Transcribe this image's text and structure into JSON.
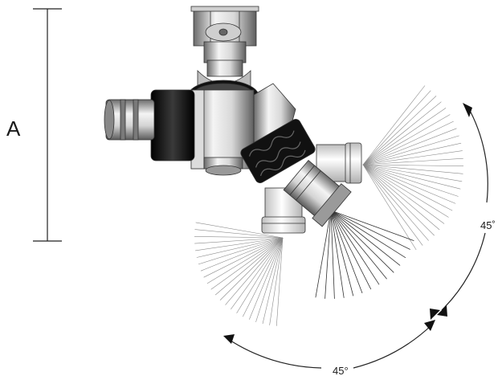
{
  "dimension": {
    "label": "A"
  },
  "angles": {
    "right": "45˚",
    "bottom": "45°"
  },
  "colors": {
    "line": "#222222",
    "metal_light": "#e6e6e6",
    "metal_dark": "#5a5a5a",
    "black_part": "#111111"
  }
}
